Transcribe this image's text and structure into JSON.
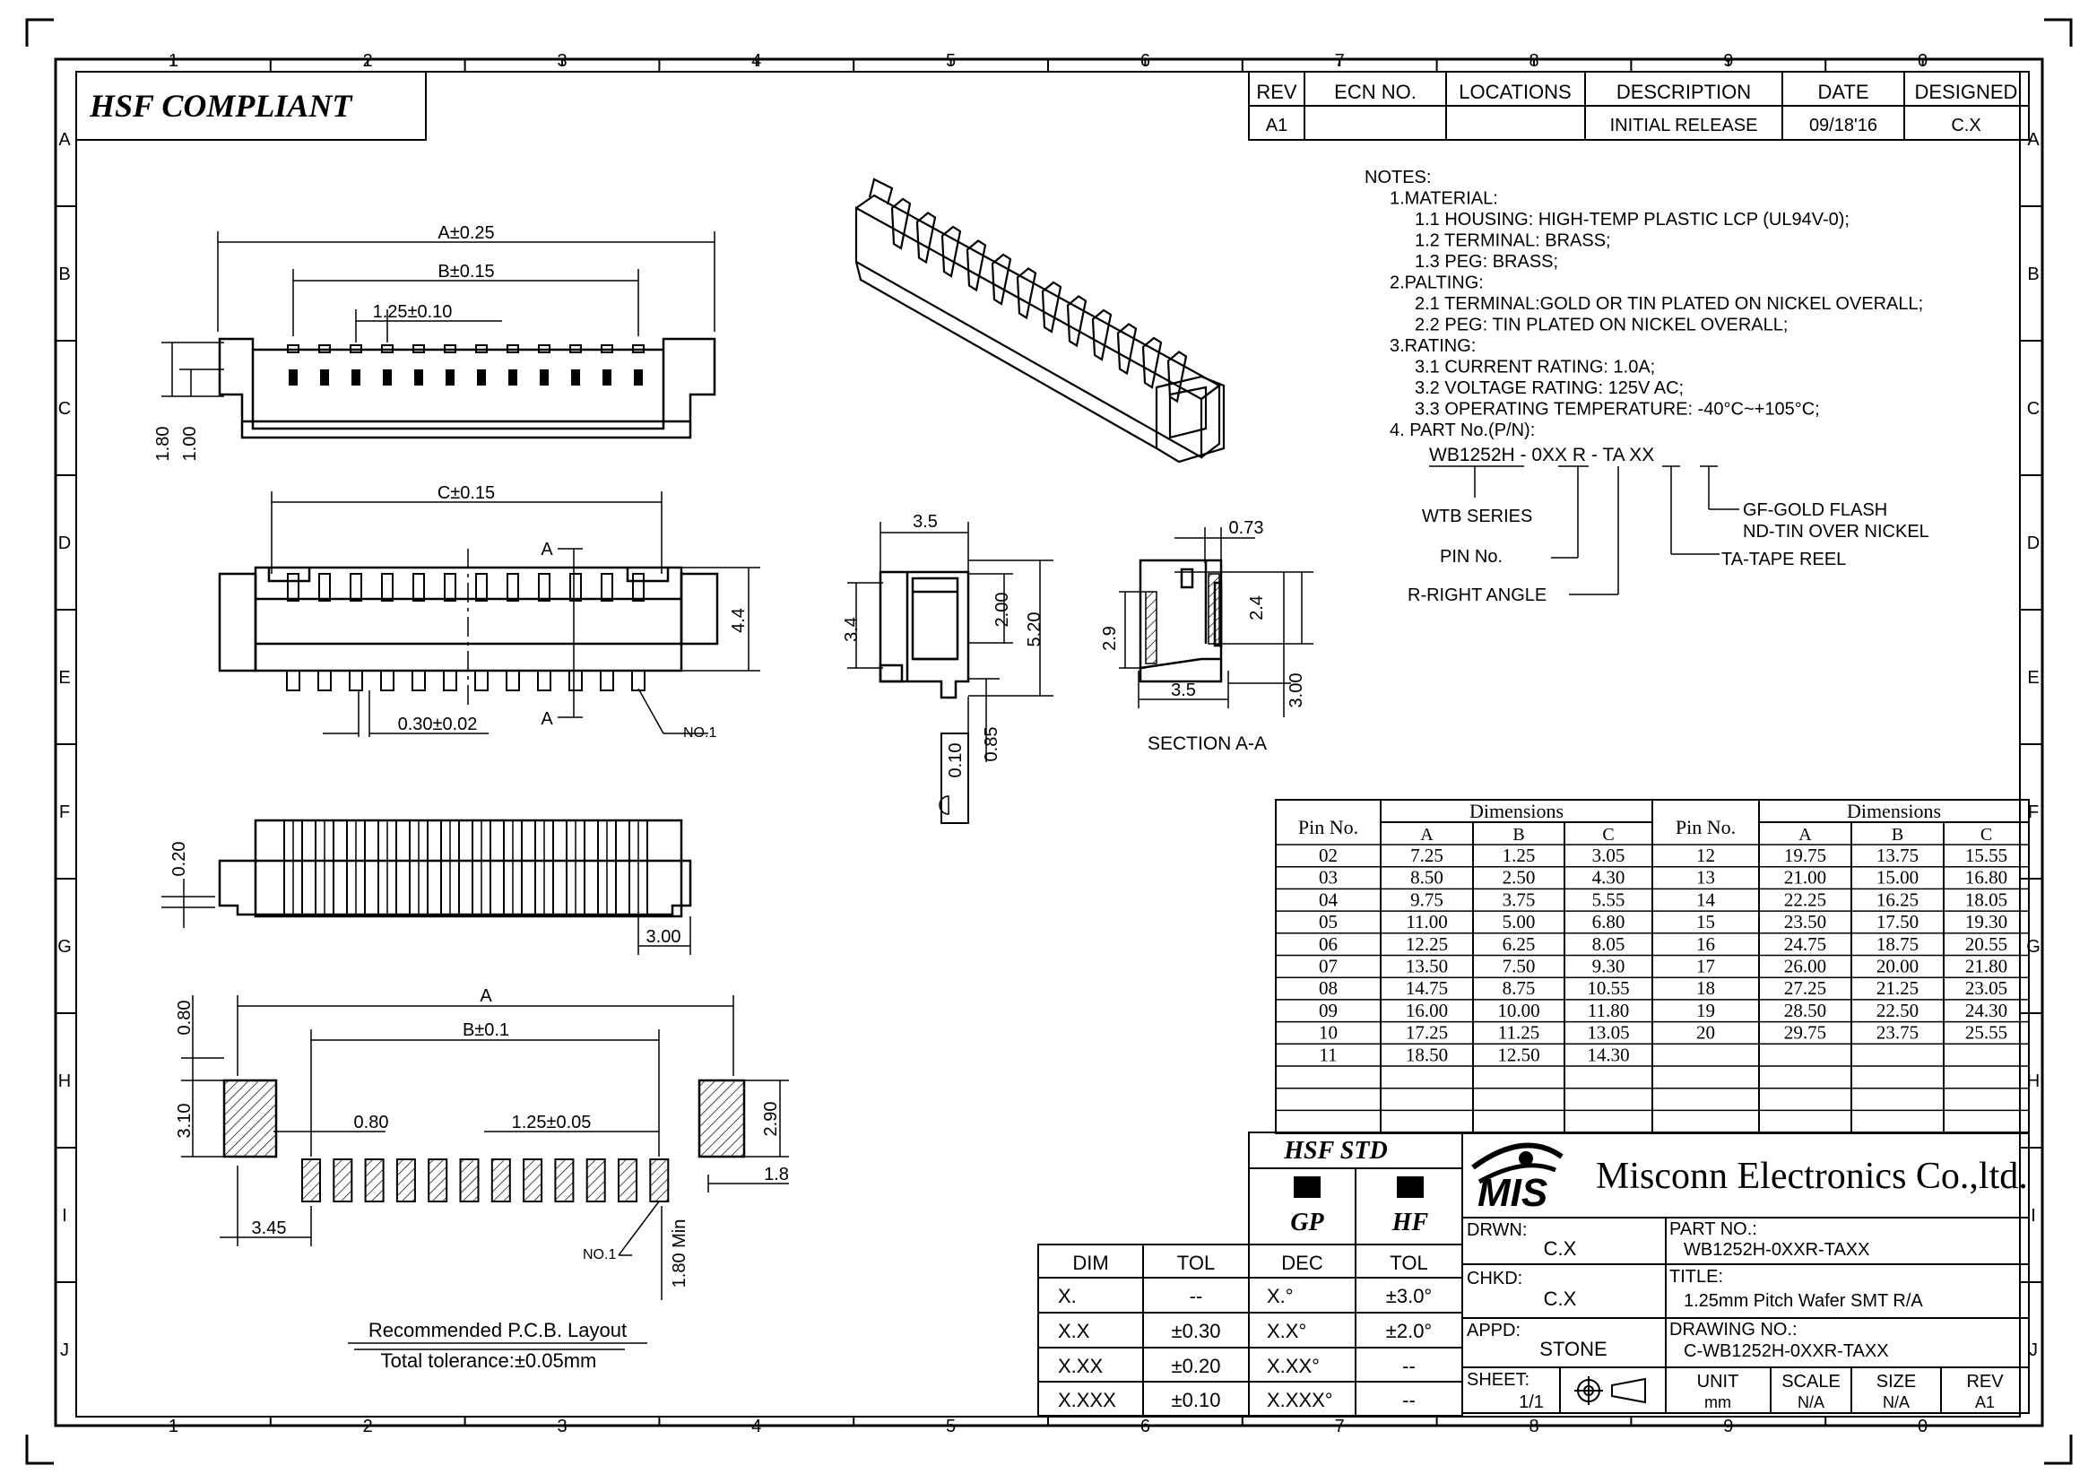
{
  "header": {
    "compliance": "HSF COMPLIANT",
    "border_cols": [
      "1",
      "2",
      "3",
      "4",
      "5",
      "6",
      "7",
      "8",
      "9",
      "0"
    ],
    "border_rows": [
      "A",
      "B",
      "C",
      "D",
      "E",
      "F",
      "G",
      "H",
      "I",
      "J"
    ]
  },
  "revision": {
    "headers": [
      "REV",
      "ECN NO.",
      "LOCATIONS",
      "DESCRIPTION",
      "DATE",
      "DESIGNED"
    ],
    "row": [
      "A1",
      "",
      "",
      "INITIAL RELEASE",
      "09/18'16",
      "C.X"
    ]
  },
  "notes": [
    "NOTES:",
    "1.MATERIAL:",
    "1.1  HOUSING: HIGH-TEMP PLASTIC LCP (UL94V-0);",
    "1.2  TERMINAL: BRASS;",
    "1.3  PEG: BRASS;",
    "2.PALTING:",
    "2.1  TERMINAL:GOLD OR TIN PLATED ON NICKEL OVERALL;",
    "2.2  PEG: TIN PLATED ON NICKEL OVERALL;",
    "3.RATING:",
    "3.1  CURRENT RATING: 1.0A;",
    "3.2  VOLTAGE RATING: 125V AC;",
    "3.3  OPERATING TEMPERATURE: -40°C~+105°C;",
    "4. PART No.(P/N):"
  ],
  "part_code": {
    "code": "WB1252H - 0XX R - TA XX",
    "wtb": "WTB SERIES",
    "pin": "PIN No.",
    "r": "R-RIGHT ANGLE",
    "ta": "TA-TAPE REEL",
    "gf": "GF-GOLD FLASH",
    "nd": "ND-TIN OVER NICKEL"
  },
  "dims": {
    "a025": "A±0.25",
    "b015": "B±0.15",
    "p125": "1.25±0.10",
    "h180": "1.80",
    "h100": "1.00",
    "c015": "C±0.15",
    "secA_top": "A",
    "secA_bot": "A",
    "h44": "4.4",
    "w030": "0.30±0.02",
    "no1": "NO.1",
    "w35": "3.5",
    "h34": "3.4",
    "h200": "2.00",
    "h520": "5.20",
    "t010": "0.10",
    "h085": "0.85",
    "w073": "0.73",
    "h29": "2.9",
    "h24": "2.4",
    "w35b": "3.5",
    "h300": "3.00",
    "section": "SECTION A-A",
    "h020": "0.20",
    "w300": "3.00",
    "pcb_a": "A",
    "pcb_b": "B±0.1",
    "pcb_080": "0.80",
    "pcb_310": "3.10",
    "pcb_w080": "0.80",
    "pcb_pitch": "1.25±0.05",
    "pcb_290": "2.90",
    "pcb_18": "1.8",
    "pcb_345": "3.45",
    "pcb_no1": "NO.1",
    "pcb_180": "1.80 Min",
    "pcb_title": "Recommended P.C.B. Layout",
    "pcb_tol": "Total tolerance:±0.05mm"
  },
  "pin_table": {
    "h_pin": "Pin No.",
    "h_dims": "Dimensions",
    "cols": [
      "A",
      "B",
      "C"
    ],
    "left": [
      [
        "02",
        "7.25",
        "1.25",
        "3.05"
      ],
      [
        "03",
        "8.50",
        "2.50",
        "4.30"
      ],
      [
        "04",
        "9.75",
        "3.75",
        "5.55"
      ],
      [
        "05",
        "11.00",
        "5.00",
        "6.80"
      ],
      [
        "06",
        "12.25",
        "6.25",
        "8.05"
      ],
      [
        "07",
        "13.50",
        "7.50",
        "9.30"
      ],
      [
        "08",
        "14.75",
        "8.75",
        "10.55"
      ],
      [
        "09",
        "16.00",
        "10.00",
        "11.80"
      ],
      [
        "10",
        "17.25",
        "11.25",
        "13.05"
      ],
      [
        "11",
        "18.50",
        "12.50",
        "14.30"
      ]
    ],
    "right": [
      [
        "12",
        "19.75",
        "13.75",
        "15.55"
      ],
      [
        "13",
        "21.00",
        "15.00",
        "16.80"
      ],
      [
        "14",
        "22.25",
        "16.25",
        "18.05"
      ],
      [
        "15",
        "23.50",
        "17.50",
        "19.30"
      ],
      [
        "16",
        "24.75",
        "18.75",
        "20.55"
      ],
      [
        "17",
        "26.00",
        "20.00",
        "21.80"
      ],
      [
        "18",
        "27.25",
        "21.25",
        "23.05"
      ],
      [
        "19",
        "28.50",
        "22.50",
        "24.30"
      ],
      [
        "20",
        "29.75",
        "23.75",
        "25.55"
      ]
    ]
  },
  "hsf": {
    "title": "HSF STD",
    "gp": "GP",
    "hf": "HF"
  },
  "tol": {
    "h1": [
      "DIM",
      "TOL"
    ],
    "r1": [
      [
        "X.",
        "--"
      ],
      [
        "X.X",
        "±0.30"
      ],
      [
        "X.XX",
        "±0.20"
      ],
      [
        "X.XXX",
        "±0.10"
      ]
    ],
    "h2": [
      "DEC",
      "TOL"
    ],
    "r2": [
      [
        "X.°",
        "±3.0°"
      ],
      [
        "X.X°",
        "±2.0°"
      ],
      [
        "X.XX°",
        "--"
      ],
      [
        "X.XXX°",
        "--"
      ]
    ]
  },
  "title_block": {
    "logo": "MIS",
    "company": "Misconn Electronics Co.,ltd.",
    "drwn_l": "DRWN:",
    "drwn_v": "C.X",
    "chkd_l": "CHKD:",
    "chkd_v": "C.X",
    "appd_l": "APPD:",
    "appd_v": "STONE",
    "part_l": "PART NO.:",
    "part_v": "WB1252H-0XXR-TAXX",
    "title_l": "TITLE:",
    "title_v": "1.25mm Pitch Wafer SMT R/A",
    "dwg_l": "DRAWING NO.:",
    "dwg_v": "C-WB1252H-0XXR-TAXX",
    "sheet_l": "SHEET:",
    "sheet_v": "1/1",
    "unit_l": "UNIT",
    "unit_v": "mm",
    "scale_l": "SCALE",
    "scale_v": "N/A",
    "size_l": "SIZE",
    "size_v": "N/A",
    "rev_l": "REV",
    "rev_v": "A1"
  }
}
